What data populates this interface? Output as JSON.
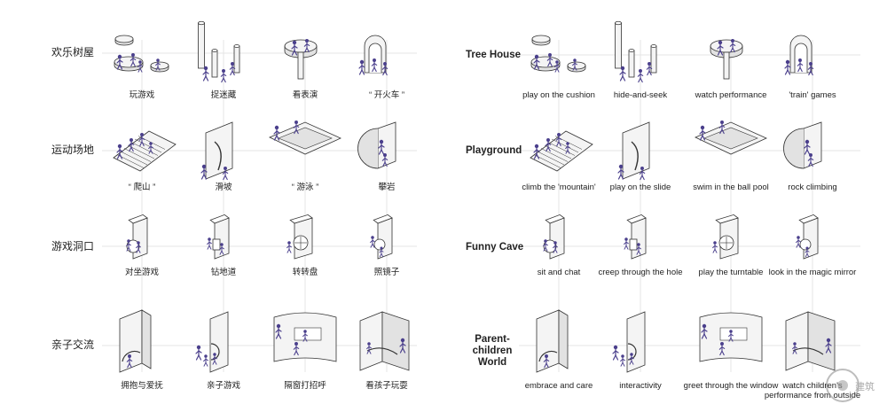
{
  "colors": {
    "figure": "#4a3f8c",
    "line": "#333333",
    "fill_light": "#f4f4f4",
    "fill_mid": "#e2e2e2",
    "guide": "#e4e4e4"
  },
  "left": {
    "rows": [
      {
        "title": "欢乐树屋",
        "captions": [
          "玩游戏",
          "捉迷藏",
          "看表演",
          "“ 开火车 ”"
        ]
      },
      {
        "title": "运动场地",
        "captions": [
          "“ 爬山 ”",
          "滑坡",
          "“ 游泳 ”",
          "攀岩"
        ]
      },
      {
        "title": "游戏洞口",
        "captions": [
          "对坐游戏",
          "钻地道",
          "转转盘",
          "照镜子"
        ]
      },
      {
        "title": "亲子交流",
        "captions": [
          "拥抱与爱抚",
          "亲子游戏",
          "隔窗打招呼",
          "看孩子玩耍"
        ]
      }
    ]
  },
  "right": {
    "rows": [
      {
        "title": "Tree House",
        "captions": [
          "play on the cushion",
          "hide-and-seek",
          "watch performance",
          "'train' games"
        ]
      },
      {
        "title": "Playground",
        "captions": [
          "climb the 'mountain'",
          "play on the slide",
          "swim in the ball pool",
          "rock climbing"
        ]
      },
      {
        "title": "Funny Cave",
        "captions": [
          "sit and chat",
          "creep through the hole",
          "play the turntable",
          "look in the magic mirror"
        ]
      },
      {
        "title": "Parent-children World",
        "captions": [
          "embrace and care",
          "interactivity",
          "greet through the window",
          "watch children's performance from outside"
        ]
      }
    ]
  },
  "icons": [
    [
      "tree-house-cushion-icon",
      "tree-house-pillars-icon",
      "tree-house-stage-icon",
      "tree-house-arch-icon"
    ],
    [
      "playground-stairs-icon",
      "playground-slide-icon",
      "playground-ball-pool-icon",
      "playground-climbing-wall-icon"
    ],
    [
      "cave-sit-icon",
      "cave-tunnel-icon",
      "cave-turntable-icon",
      "cave-mirror-icon"
    ],
    [
      "parent-embrace-icon",
      "parent-play-icon",
      "parent-window-icon",
      "parent-watch-icon"
    ]
  ],
  "watermark": {
    "text": "建筑"
  }
}
